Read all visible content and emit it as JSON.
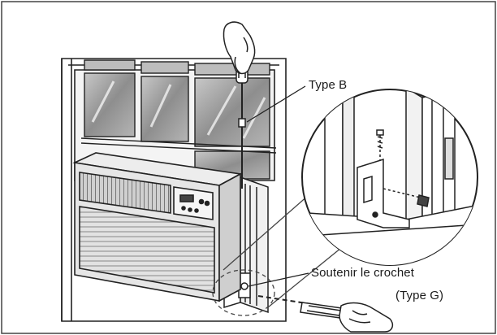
{
  "labels": {
    "type_b": "Type B",
    "support_hook": "Soutenir le crochet",
    "type_g": "(Type G)"
  },
  "colors": {
    "line": "#222222",
    "glass": "#9a9a9a",
    "unit_body": "#d9d9d9",
    "background": "#ffffff"
  }
}
